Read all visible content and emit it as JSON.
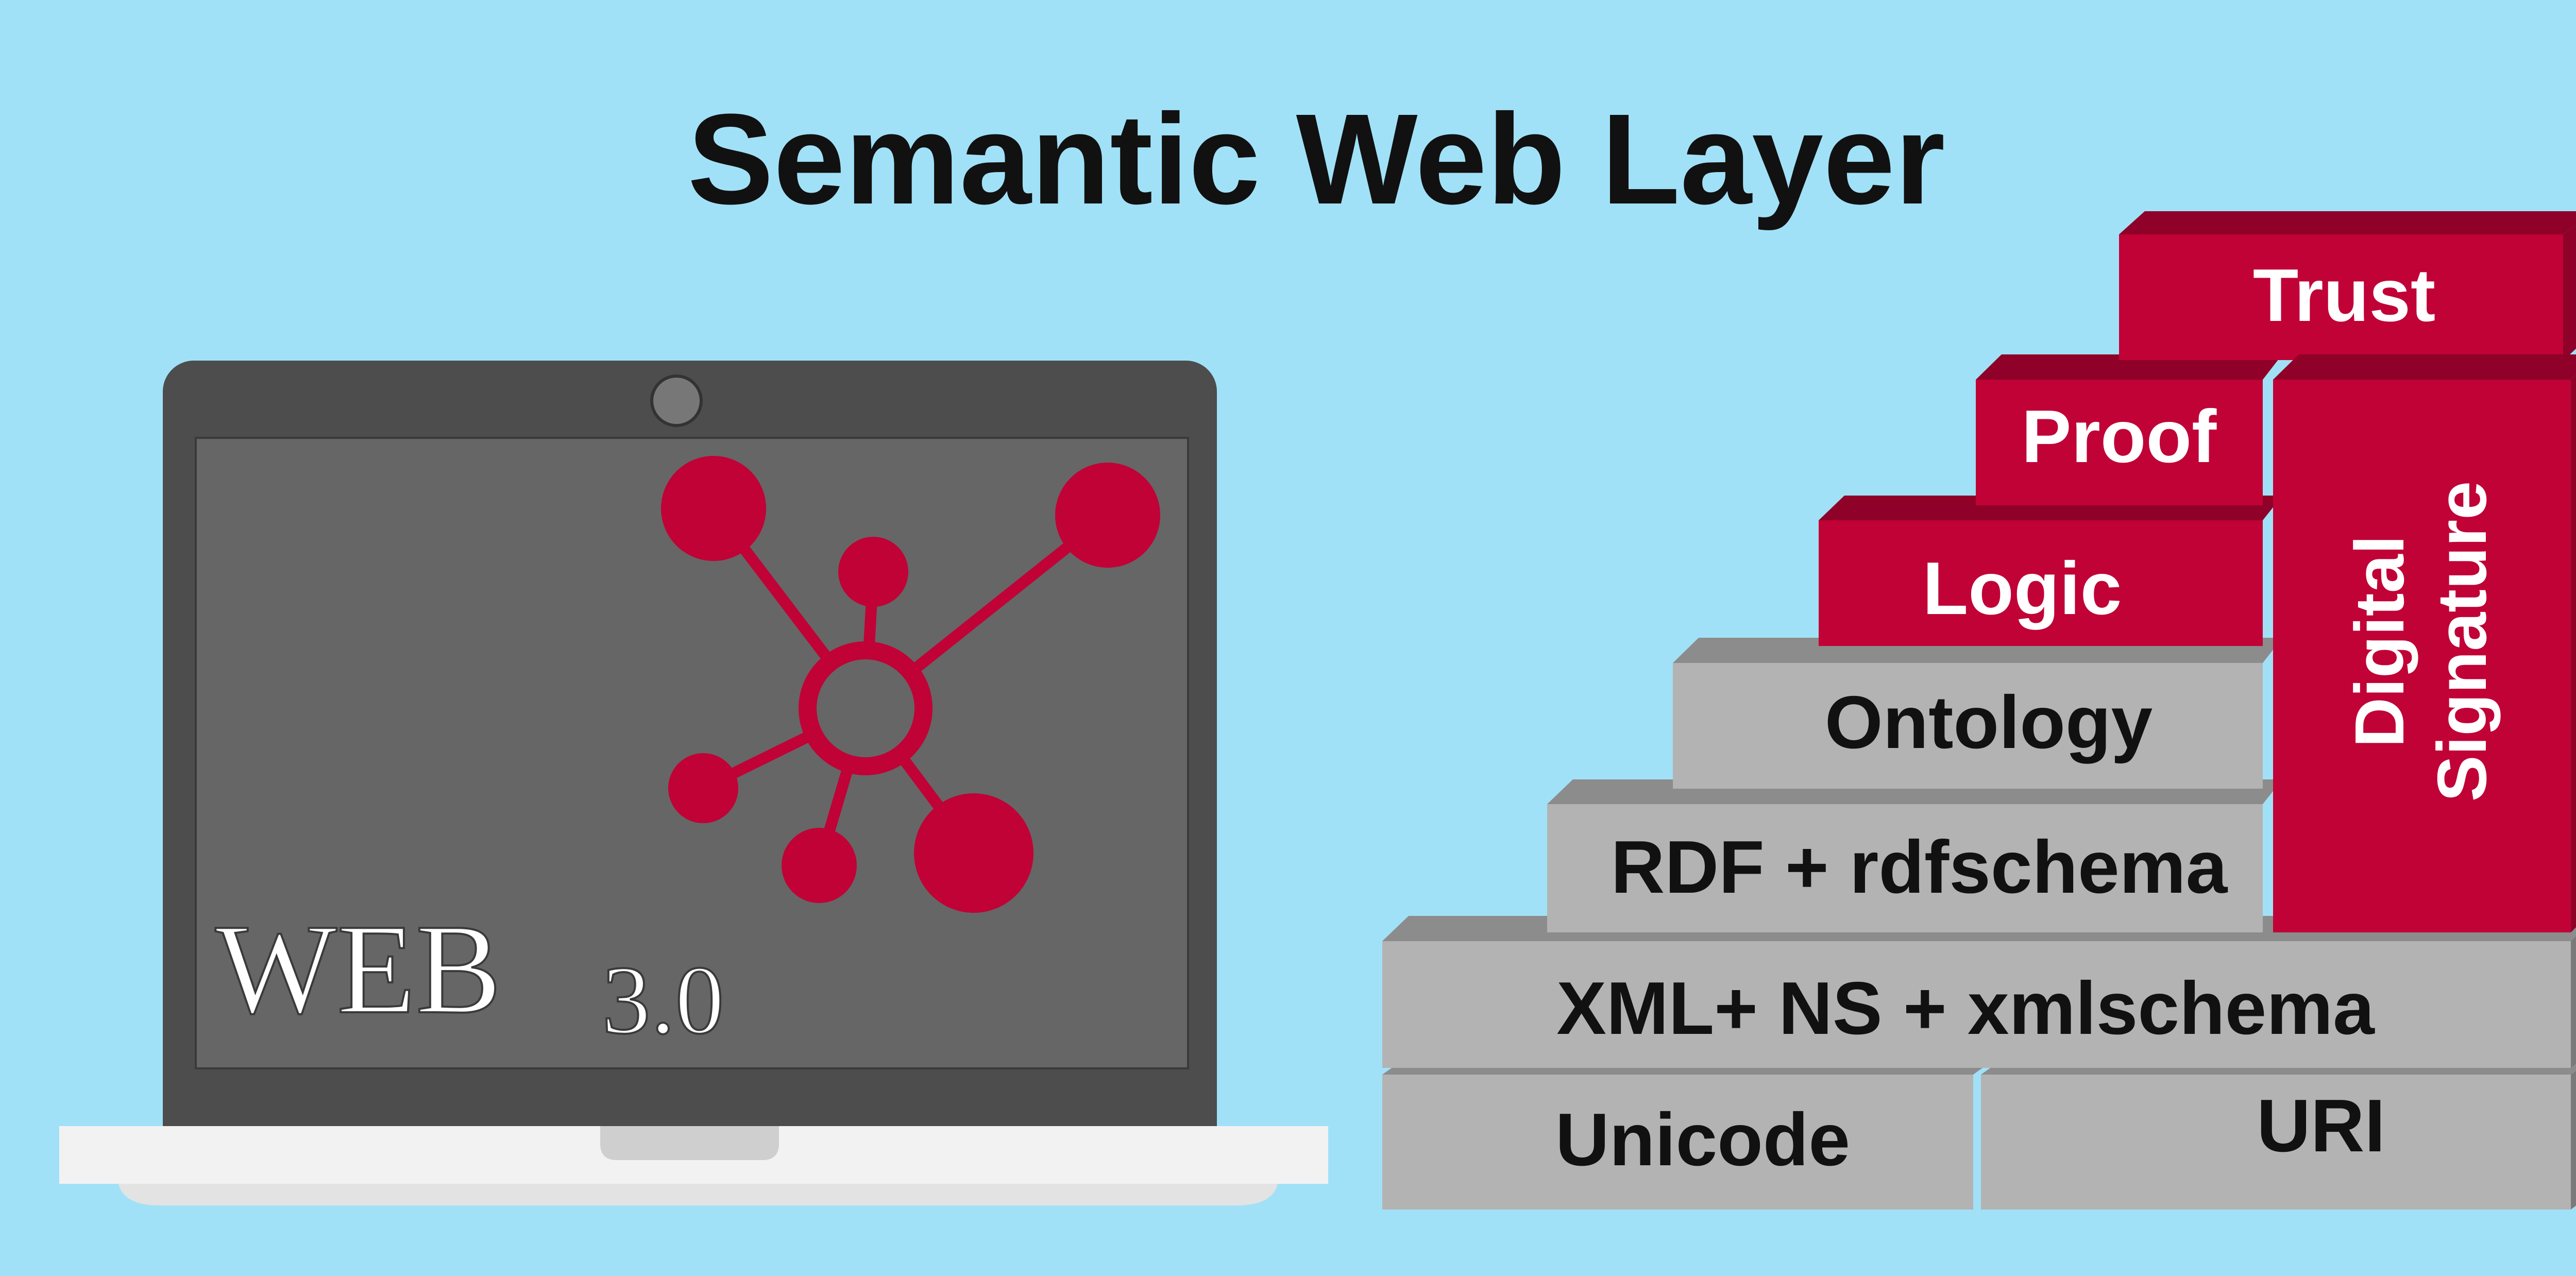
{
  "title": "Semantic Web Layer",
  "laptop": {
    "logo_word": "WEB",
    "logo_version": "3.0"
  },
  "layers": {
    "trust": "Trust",
    "proof": "Proof",
    "logic": "Logic",
    "ontology": "Ontology",
    "rdf": "RDF + rdfschema",
    "xml": "XML+ NS + xmlschema",
    "unicode": "Unicode",
    "uri": "URI",
    "signature_line1": "Digital",
    "signature_line2": "Signature"
  },
  "colors": {
    "background": "#a1e1f7",
    "accent_red": "#c00236",
    "gray_block": "#b3b3b3",
    "laptop_frame": "#4d4d4d",
    "laptop_screen": "#666666"
  }
}
